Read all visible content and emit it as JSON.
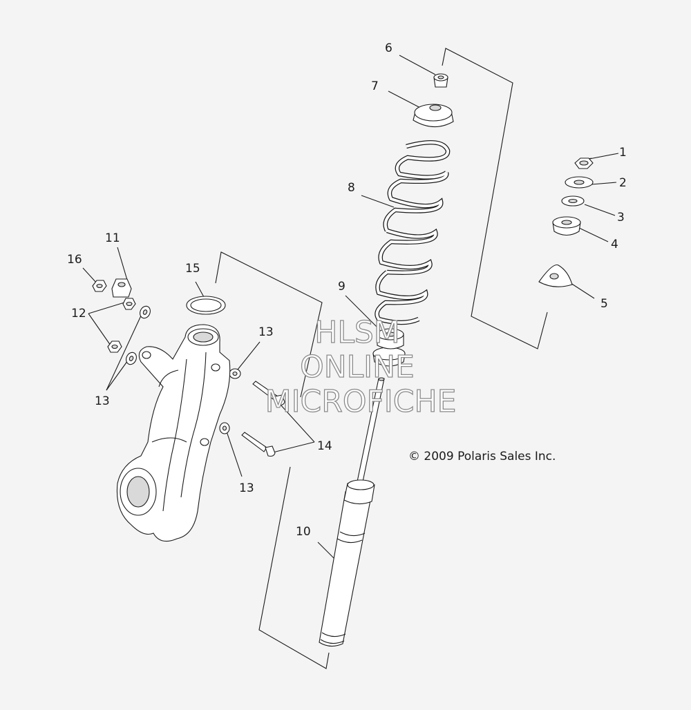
{
  "diagram": {
    "callouts": [
      {
        "id": "1",
        "text": "1"
      },
      {
        "id": "2",
        "text": "2"
      },
      {
        "id": "3",
        "text": "3"
      },
      {
        "id": "4",
        "text": "4"
      },
      {
        "id": "5",
        "text": "5"
      },
      {
        "id": "6",
        "text": "6"
      },
      {
        "id": "7",
        "text": "7"
      },
      {
        "id": "8",
        "text": "8"
      },
      {
        "id": "9",
        "text": "9"
      },
      {
        "id": "10",
        "text": "10"
      },
      {
        "id": "11",
        "text": "11"
      },
      {
        "id": "12",
        "text": "12"
      },
      {
        "id": "13a",
        "text": "13"
      },
      {
        "id": "13b",
        "text": "13"
      },
      {
        "id": "13c",
        "text": "13"
      },
      {
        "id": "14",
        "text": "14"
      },
      {
        "id": "15",
        "text": "15"
      },
      {
        "id": "16",
        "text": "16"
      }
    ],
    "copyright": "© 2009 Polaris Sales Inc.",
    "watermark": [
      "HLSM",
      "ONLINE",
      "MICROFICHE"
    ]
  }
}
